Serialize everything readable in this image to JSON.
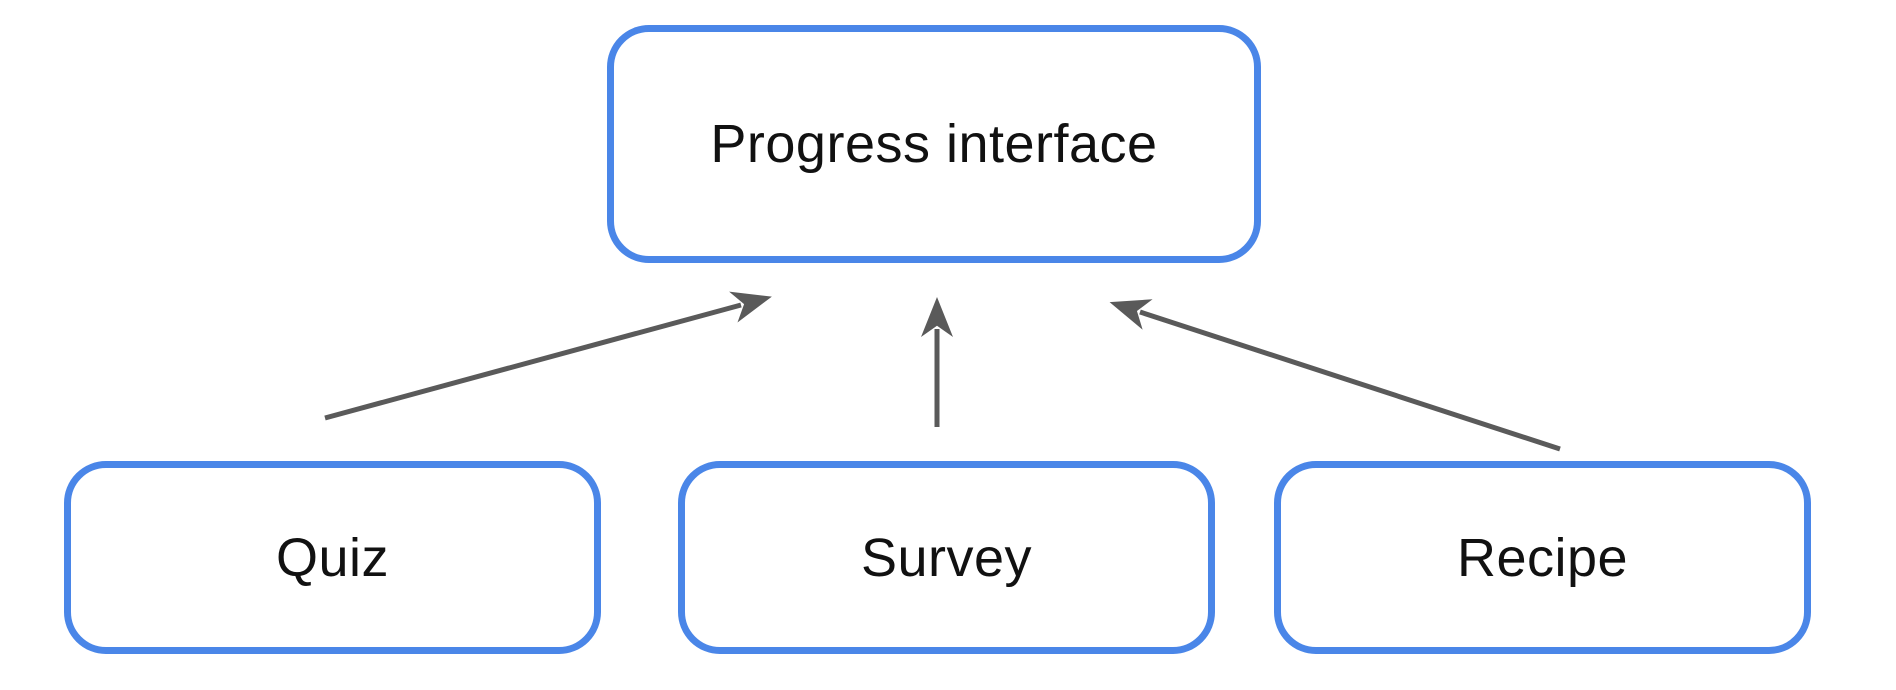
{
  "diagram": {
    "nodes": {
      "progress_interface": {
        "label": "Progress interface"
      },
      "quiz": {
        "label": "Quiz"
      },
      "survey": {
        "label": "Survey"
      },
      "recipe": {
        "label": "Recipe"
      }
    },
    "edges": [
      {
        "from": "Quiz",
        "to": "Progress interface",
        "style": "arrow"
      },
      {
        "from": "Survey",
        "to": "Progress interface",
        "style": "arrow"
      },
      {
        "from": "Recipe",
        "to": "Progress interface",
        "style": "arrow"
      }
    ],
    "colors": {
      "node_border": "#4a86e8",
      "node_fill": "#ffffff",
      "arrow": "#5a5a5a",
      "label_text": "#111111"
    }
  }
}
